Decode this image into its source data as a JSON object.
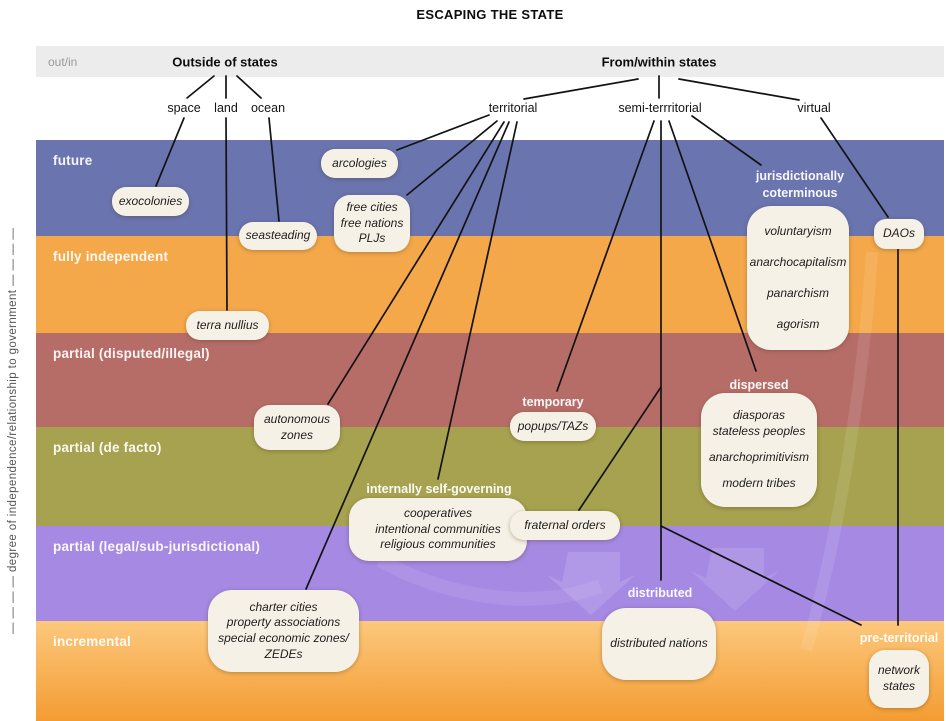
{
  "title": "ESCAPING THE STATE",
  "header": {
    "out_in": "out/in",
    "outside_label": "Outside of states",
    "within_label": "From/within states"
  },
  "top_categories": [
    {
      "label": "space"
    },
    {
      "label": "land"
    },
    {
      "label": "ocean"
    },
    {
      "label": "territorial"
    },
    {
      "label": "semi-terrritorial"
    },
    {
      "label": "virtual"
    }
  ],
  "y_axis_label": "— — — — degree of independence/relationship to government — — — —",
  "bands": [
    {
      "label": "future",
      "color": "#6a74af"
    },
    {
      "label": "fully independent",
      "color": "#f4a84a"
    },
    {
      "label": "partial (disputed/illegal)",
      "color": "#b66d68"
    },
    {
      "label": "partial (de facto)",
      "color": "#a6a24f"
    },
    {
      "label": "partial (legal/sub-jurisdictional)",
      "color": "#a689e3"
    },
    {
      "label": "incremental",
      "color_top": "#fcc87d",
      "color_bottom": "#f49c32"
    }
  ],
  "group_labels": {
    "jurisdictionally_coterminous": {
      "line1": "jurisdictionally",
      "line2": "coterminous"
    },
    "temporary": "temporary",
    "dispersed": "dispersed",
    "internally_self_governing": "internally self-governing",
    "distributed": "distributed",
    "pre_territorial": "pre-territorial"
  },
  "nodes": {
    "exocolonies": {
      "lines": [
        "exocolonies"
      ]
    },
    "arcologies": {
      "lines": [
        "arcologies"
      ]
    },
    "free_cities": {
      "lines": [
        "free cities",
        "free nations",
        "PLJs"
      ]
    },
    "seasteading": {
      "lines": [
        "seasteading"
      ]
    },
    "terra_nullius": {
      "lines": [
        "terra nullius"
      ]
    },
    "jurisdictional": {
      "lines": [
        "voluntaryism",
        "anarchocapitalism",
        "panarchism",
        "agorism"
      ]
    },
    "daos": {
      "lines": [
        "DAOs"
      ]
    },
    "autonomous_zones": {
      "lines": [
        "autonomous",
        "zones"
      ]
    },
    "popups_tazs": {
      "lines": [
        "popups/TAZs"
      ]
    },
    "dispersed_node": {
      "lines": [
        "diasporas",
        "stateless peoples",
        "anarchoprimitivism",
        "modern tribes"
      ]
    },
    "cooperatives": {
      "lines": [
        "cooperatives",
        "intentional communities",
        "religious communities"
      ]
    },
    "fraternal_orders": {
      "lines": [
        "fraternal orders"
      ]
    },
    "charter_cities": {
      "lines": [
        "charter cities",
        "property associations",
        "special economic zones/",
        "ZEDEs"
      ]
    },
    "distributed_nations": {
      "lines": [
        "distributed nations"
      ]
    },
    "network_states": {
      "lines": [
        "network",
        "states"
      ]
    }
  },
  "edges": [
    {
      "from": "Outside of states",
      "to": "space"
    },
    {
      "from": "Outside of states",
      "to": "land"
    },
    {
      "from": "Outside of states",
      "to": "ocean"
    },
    {
      "from": "From/within states",
      "to": "territorial"
    },
    {
      "from": "From/within states",
      "to": "semi-terrritorial"
    },
    {
      "from": "From/within states",
      "to": "virtual"
    },
    {
      "from": "space",
      "to": "exocolonies"
    },
    {
      "from": "land",
      "to": "terra nullius"
    },
    {
      "from": "ocean",
      "to": "seasteading"
    },
    {
      "from": "territorial",
      "to": "arcologies"
    },
    {
      "from": "territorial",
      "to": "free cities / free nations / PLJs"
    },
    {
      "from": "territorial",
      "to": "autonomous zones"
    },
    {
      "from": "territorial",
      "to": "internally self-governing"
    },
    {
      "from": "territorial",
      "to": "charter cities / property associations / special economic zones / ZEDEs"
    },
    {
      "from": "semi-terrritorial",
      "to": "temporary (popups/TAZs)"
    },
    {
      "from": "semi-terrritorial",
      "to": "distributed (distributed nations)"
    },
    {
      "from": "semi-terrritorial",
      "to": "fraternal orders"
    },
    {
      "from": "semi-terrritorial",
      "to": "pre-territorial"
    },
    {
      "from": "semi-terrritorial",
      "to": "dispersed"
    },
    {
      "from": "semi-terrritorial",
      "to": "jurisdictionally coterminous"
    },
    {
      "from": "virtual",
      "to": "DAOs"
    },
    {
      "from": "DAOs",
      "to": "pre-territorial (network states)"
    }
  ]
}
